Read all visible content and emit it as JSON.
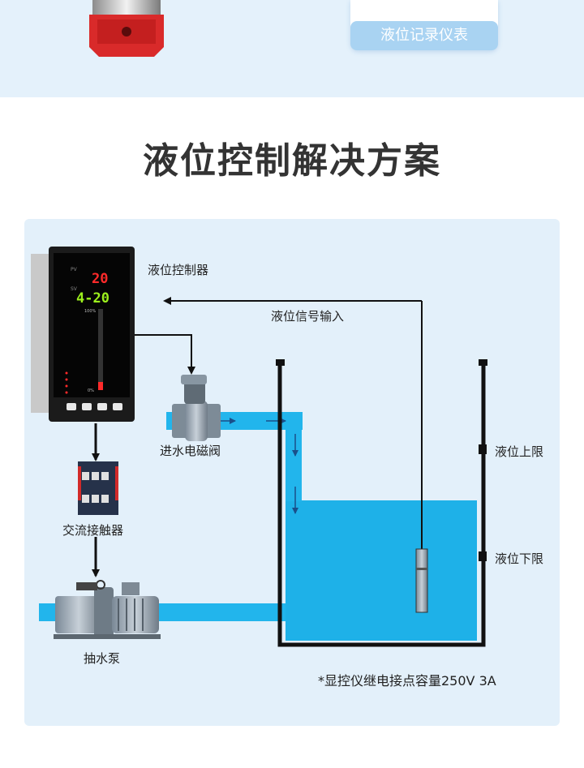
{
  "header": {
    "recorder_label": "液位记录仪表"
  },
  "title": "液位控制解决方案",
  "diagram": {
    "controller_label": "液位控制器",
    "signal_label": "液位信号输入",
    "inlet_valve_label": "进水电磁阀",
    "contactor_label": "交流接触器",
    "pump_label": "抽水泵",
    "upper_limit_label": "液位上限",
    "lower_limit_label": "液位下限",
    "note": "*显控仪继电接点容量250V 3A",
    "display": {
      "pv_value": "20",
      "sv_value": "4-20",
      "bar_top": "100%",
      "bar_bottom": "0%"
    }
  },
  "colors": {
    "water": "#1eb1e8",
    "panel": "#e3f0fa",
    "title": "#333333",
    "recorder_label_bg": "#a9d3f2"
  }
}
